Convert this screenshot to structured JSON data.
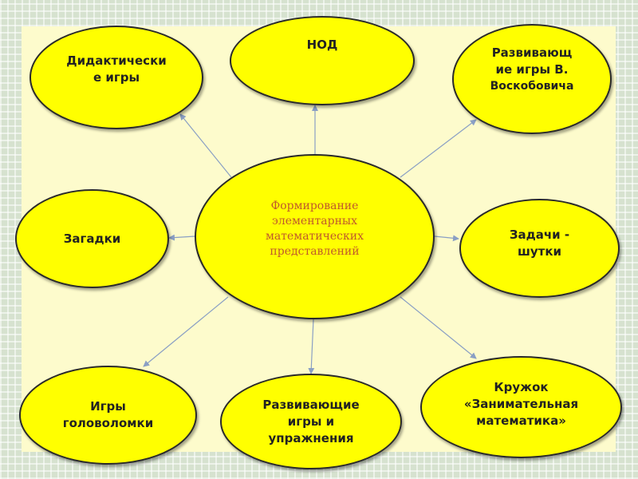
{
  "diagram": {
    "center": {
      "lines": [
        "Формирование",
        "элементарных",
        "математических",
        "представлений"
      ],
      "text_color": "#c05a2a"
    },
    "nodes": {
      "didactic_games": {
        "lines": [
          "Дидактически",
          "е игры"
        ]
      },
      "nod": {
        "lines": [
          "НОД"
        ]
      },
      "developing_games_voskobovich": {
        "lines": [
          "Развивающ",
          "ие игры В.",
          "Воскобовича"
        ]
      },
      "riddles": {
        "lines": [
          "Загадки"
        ]
      },
      "joke_problems": {
        "lines": [
          "Задачи -",
          "шутки"
        ]
      },
      "puzzle_games": {
        "lines": [
          "Игры",
          "головоломки"
        ]
      },
      "developing_games_exercises": {
        "lines": [
          "Развивающие",
          "игры и",
          "упражнения"
        ]
      },
      "math_club": {
        "lines": [
          "Кружок",
          "«Занимательная",
          "математика»"
        ]
      }
    },
    "colors": {
      "node_fill": "#ffff00",
      "node_border": "#2a2a2a",
      "panel": "#fdfbcc",
      "connector": "#8a9fc4"
    }
  }
}
